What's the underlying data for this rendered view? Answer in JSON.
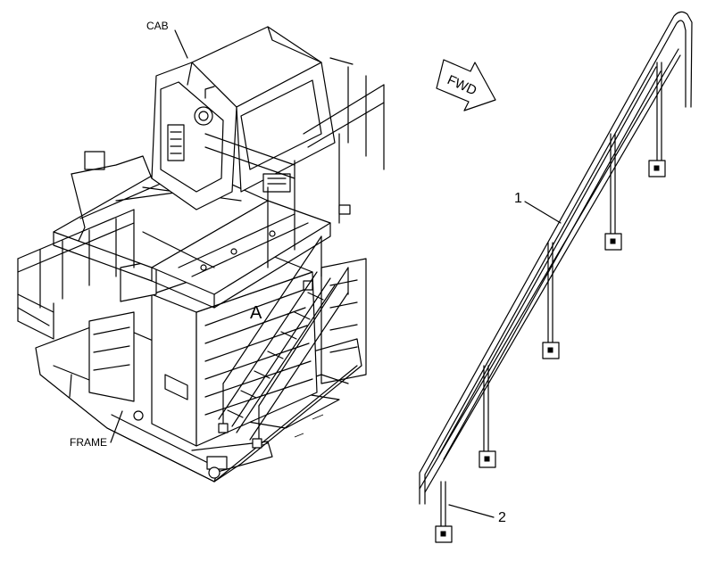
{
  "labels": {
    "cab": "CAB",
    "frame": "FRAME",
    "view_a": "A",
    "fwd": "FWD",
    "callout_1": "1",
    "callout_2": "2"
  },
  "colors": {
    "line": "#000000",
    "background": "#ffffff"
  }
}
